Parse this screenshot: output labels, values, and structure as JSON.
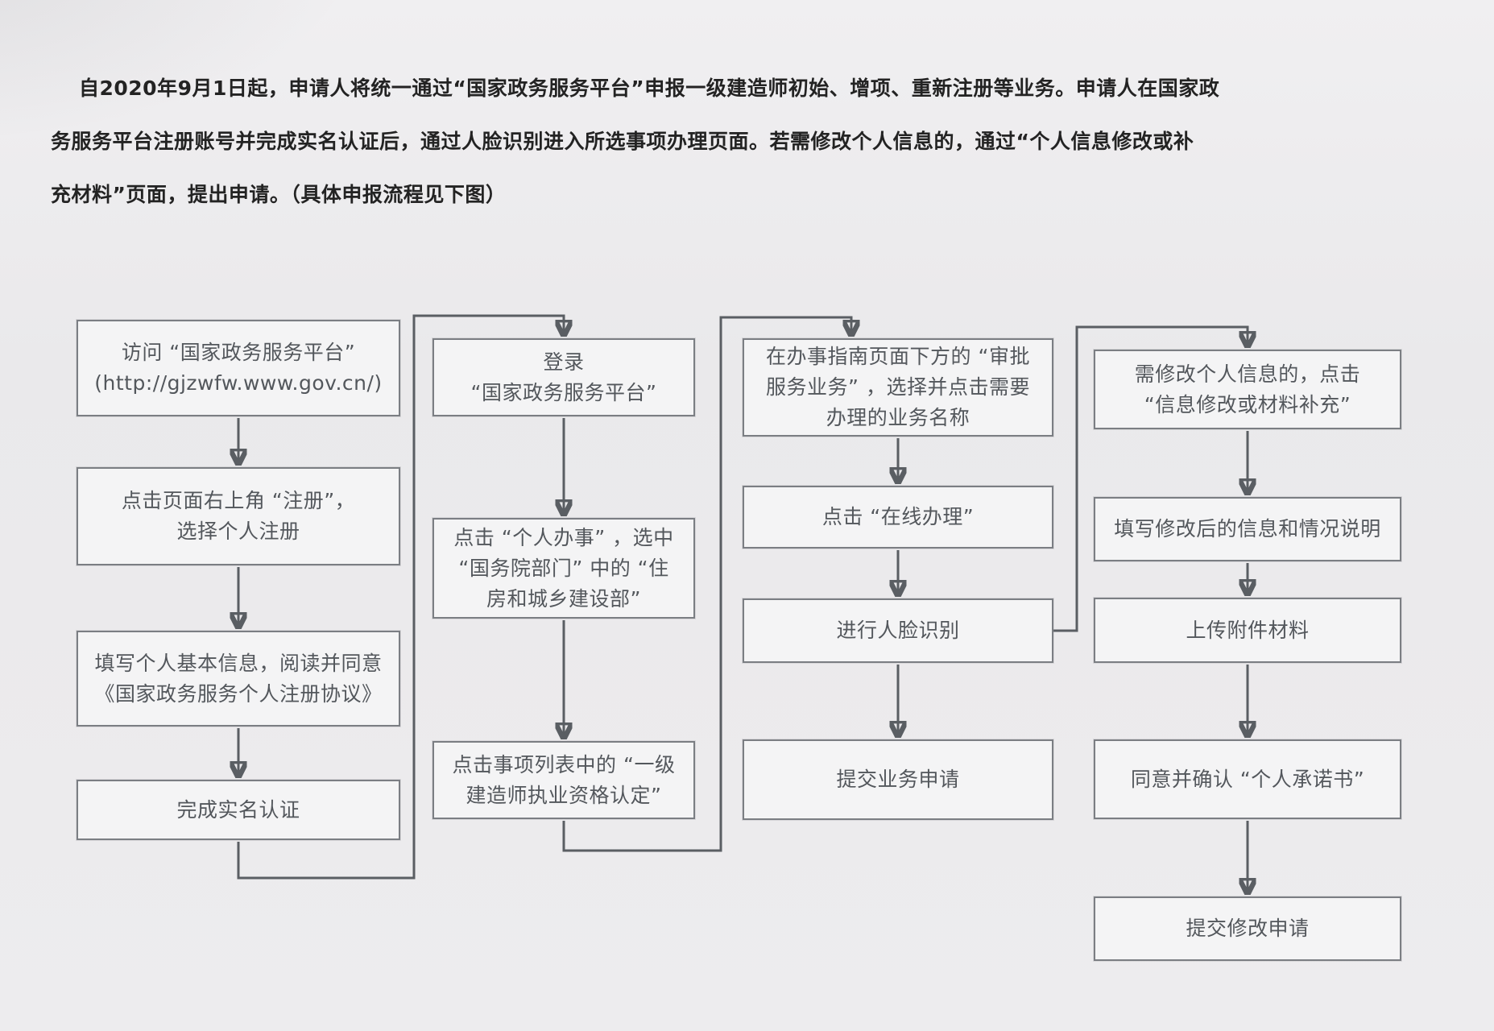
{
  "intro": {
    "line1": "自2020年9月1日起，申请人将统一通过“国家政务服务平台”申报一级建造师初始、增项、重新注册等业务。申请人在国家政",
    "line2": "务服务平台注册账号并完成实名认证后，通过人脸识别进入所选事项办理页面。若需修改个人信息的，通过“个人信息修改或补",
    "line3": "充材料”页面，提出申请。（具体申报流程见下图）"
  },
  "flowchart": {
    "columns": [
      {
        "boxes": [
          {
            "id": "visit-platform",
            "lines": [
              "访问 “国家政务服务平台”",
              "(http://gjzwfw.www.gov.cn/)"
            ]
          },
          {
            "id": "click-register",
            "lines": [
              "点击页面右上角 “注册”，",
              "选择个人注册"
            ]
          },
          {
            "id": "fill-personal-info",
            "lines": [
              "填写个人基本信息，阅读并同意",
              "《国家政务服务个人注册协议》"
            ]
          },
          {
            "id": "complete-real-name-auth",
            "lines": [
              "完成实名认证"
            ]
          }
        ]
      },
      {
        "boxes": [
          {
            "id": "login-platform",
            "lines": [
              "登录",
              "“国家政务服务平台”"
            ]
          },
          {
            "id": "click-personal-services",
            "lines": [
              "点击 “个人办事” ，选中",
              "“国务院部门” 中的 “住",
              "房和城乡建设部”"
            ]
          },
          {
            "id": "click-qualification-item",
            "lines": [
              "点击事项列表中的 “一级",
              "建造师执业资格认定”"
            ]
          }
        ]
      },
      {
        "boxes": [
          {
            "id": "select-approval-service",
            "lines": [
              "在办事指南页面下方的 “审批",
              "服务业务” ，选择并点击需要",
              "办理的业务名称"
            ]
          },
          {
            "id": "click-online-handling",
            "lines": [
              "点击 “在线办理”"
            ]
          },
          {
            "id": "face-recognition",
            "lines": [
              "进行人脸识别"
            ]
          },
          {
            "id": "submit-business-application",
            "lines": [
              "提交业务申请"
            ]
          }
        ]
      },
      {
        "boxes": [
          {
            "id": "click-info-modification",
            "lines": [
              "需修改个人信息的，点击",
              "“信息修改或材料补充”"
            ]
          },
          {
            "id": "fill-modified-info",
            "lines": [
              "填写修改后的信息和情况说明"
            ]
          },
          {
            "id": "upload-attachments",
            "lines": [
              "上传附件材料"
            ]
          },
          {
            "id": "confirm-personal-commitment",
            "lines": [
              "同意并确认 “个人承诺书”"
            ]
          },
          {
            "id": "submit-modification-application",
            "lines": [
              "提交修改申请"
            ]
          }
        ]
      }
    ]
  },
  "colors": {
    "background": "#ebeaec",
    "box_fill": "#f4f4f5",
    "box_border": "#7b7e83",
    "box_text": "#53575c",
    "arrow": "#5a5e63",
    "paragraph_text": "#232323"
  }
}
